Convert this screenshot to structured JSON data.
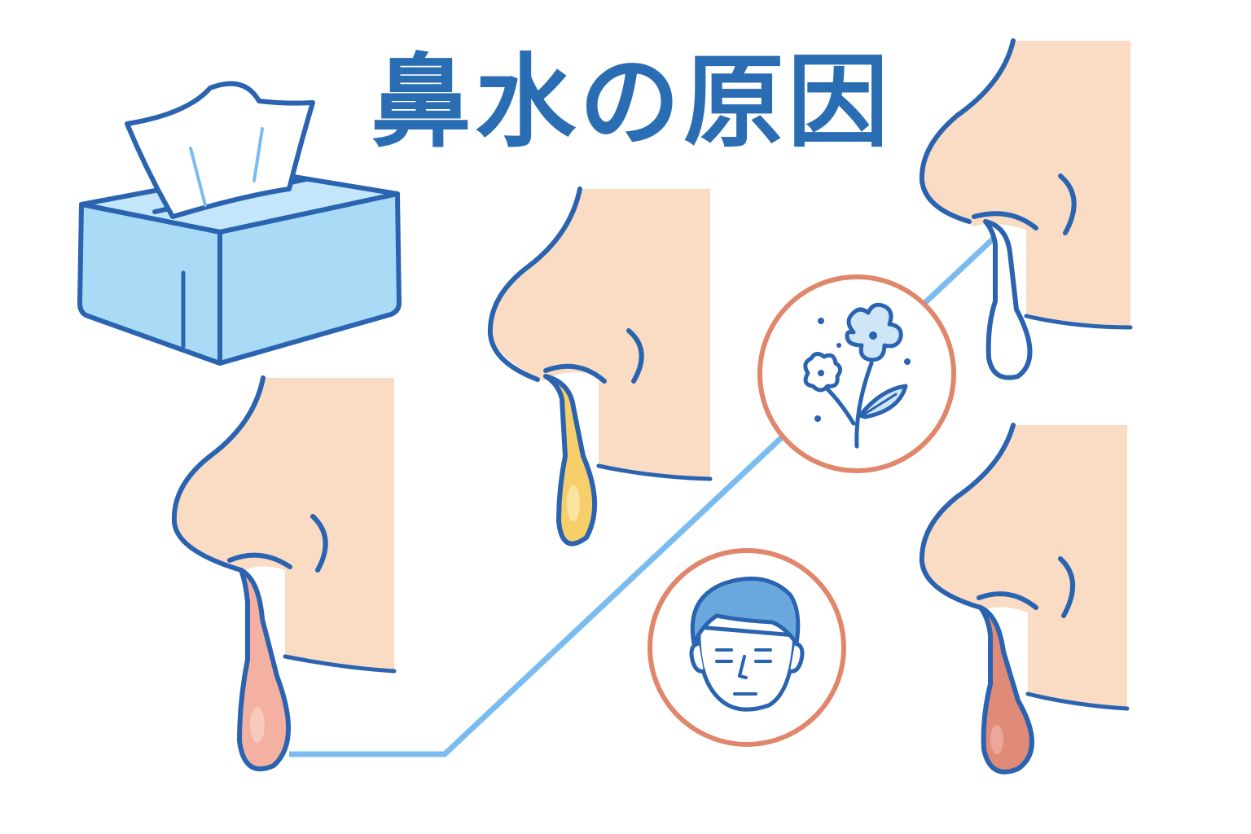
{
  "title": "鼻水の原因",
  "colors": {
    "title": "#2a6db3",
    "outline": "#2a63b0",
    "skin": "#f9dcc3",
    "tissue_box": "#a9dbf6",
    "connector": "#7bbcf0",
    "circle_ring": "#e0876b",
    "drip_clear": "#ffffff",
    "drip_yellow": "#f7cf6a",
    "drip_pink": "#f4b0a0",
    "drip_red": "#e08a78",
    "hair": "#6aa7dc",
    "leaf": "#cfe6f8"
  },
  "icons": {
    "tissue": "tissue-box-icon",
    "allergy": "flower-pollen-icon",
    "cold": "person-face-icon"
  },
  "panels": [
    {
      "name": "nose-clear-runny",
      "drip": "clear"
    },
    {
      "name": "nose-yellow-runny",
      "drip": "yellow"
    },
    {
      "name": "nose-pink-runny",
      "drip": "pink"
    },
    {
      "name": "nose-red-runny",
      "drip": "red"
    }
  ]
}
